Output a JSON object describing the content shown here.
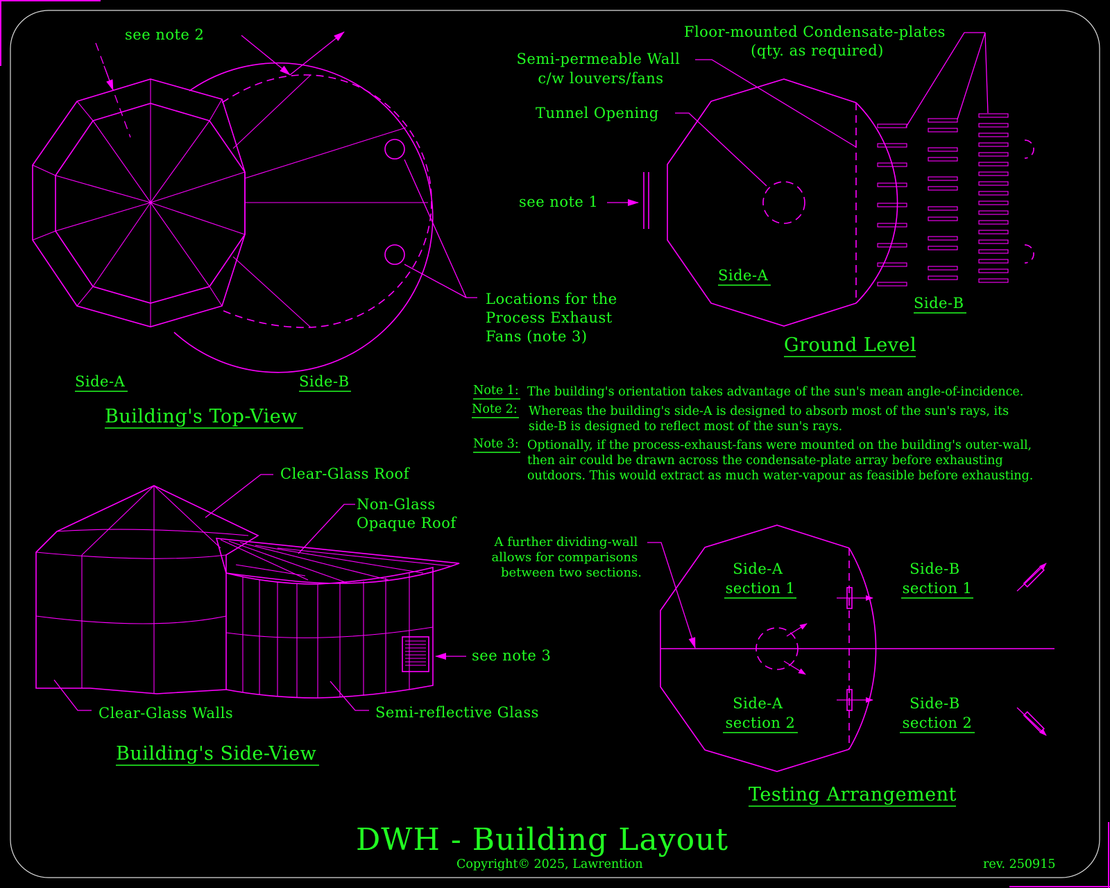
{
  "top_view": {
    "note_ref": "see note 2",
    "side_a": "Side-A",
    "side_b": "Side-B",
    "title": "Building's Top-View",
    "exhaust_label": [
      "Locations for the",
      "Process Exhaust",
      "Fans (note 3)"
    ]
  },
  "ground_level": {
    "condensate_label": [
      "Floor-mounted Condensate-plates",
      "(qty. as required)"
    ],
    "wall_label": [
      "Semi-permeable Wall",
      "c/w louvers/fans"
    ],
    "tunnel_label": "Tunnel Opening",
    "note_ref": "see note 1",
    "side_a": "Side-A",
    "side_b": "Side-B",
    "title": "Ground Level"
  },
  "notes": [
    {
      "label": "Note 1:",
      "lines": [
        "The building's orientation takes advantage of the sun's mean angle-of-incidence."
      ]
    },
    {
      "label": "Note 2:",
      "lines": [
        "Whereas the building's side-A is designed to absorb most of the sun's rays, its",
        "side-B is designed to reflect most of the sun's rays."
      ]
    },
    {
      "label": "Note 3:",
      "lines": [
        "Optionally, if the process-exhaust-fans were mounted on the building's outer-wall,",
        "then air could be drawn across the condensate-plate array before exhausting",
        "outdoors. This would extract as much water-vapour as feasible before exhausting."
      ]
    }
  ],
  "side_view": {
    "roof_glass": "Clear-Glass Roof",
    "roof_opaque": [
      "Non-Glass",
      "Opaque Roof"
    ],
    "walls_glass": "Clear-Glass Walls",
    "semi_reflective": "Semi-reflective Glass",
    "note_ref": "see note 3",
    "title": "Building's Side-View"
  },
  "testing": {
    "divider_label": [
      "A further dividing-wall",
      "allows for comparisons",
      "between two sections."
    ],
    "a1": [
      "Side-A",
      "section 1"
    ],
    "b1": [
      "Side-B",
      "section 1"
    ],
    "a2": [
      "Side-A",
      "section 2"
    ],
    "b2": [
      "Side-B",
      "section 2"
    ],
    "title": "Testing Arrangement"
  },
  "footer": {
    "title": "DWH - Building Layout",
    "copyright": "Copyright©  2025, Lawrention",
    "revision": "rev. 250915"
  },
  "colors": {
    "text": "#22ff22",
    "linework": "#ff00ff",
    "background": "#000000"
  }
}
